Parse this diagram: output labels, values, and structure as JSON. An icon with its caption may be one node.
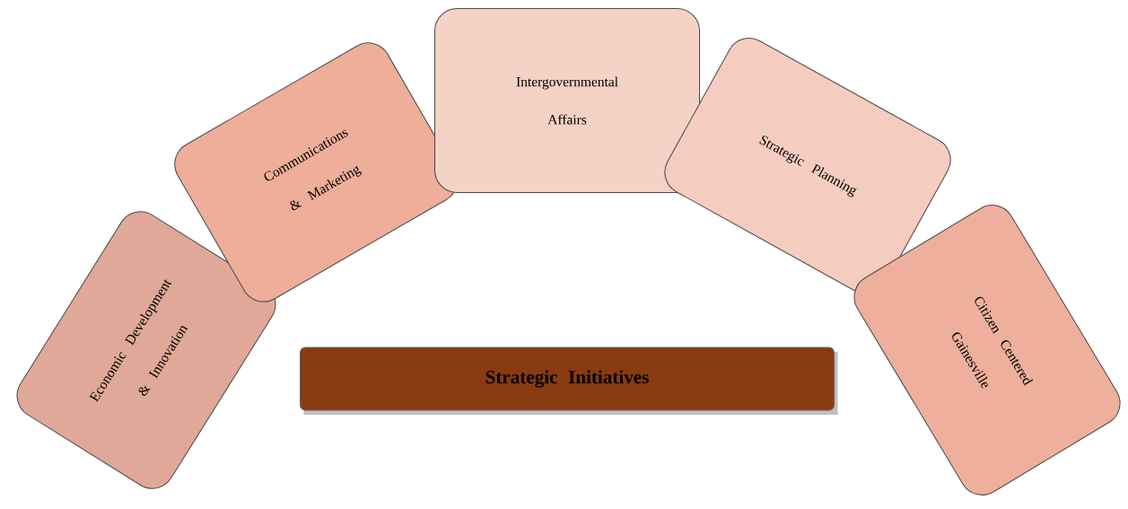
{
  "diagram": {
    "nodes": [
      {
        "text": [
          "Economic Development & Innovation"
        ]
      },
      {
        "text": [
          "Communications & Marketing"
        ]
      },
      {
        "text": [
          "Intergovernmental Affairs"
        ]
      },
      {
        "text": [
          "Strategic Planning"
        ]
      },
      {
        "text": [
          "Citizen Centered Gainesville"
        ]
      },
      {
        "text": [
          "Strategic Initiatives"
        ]
      }
    ]
  }
}
